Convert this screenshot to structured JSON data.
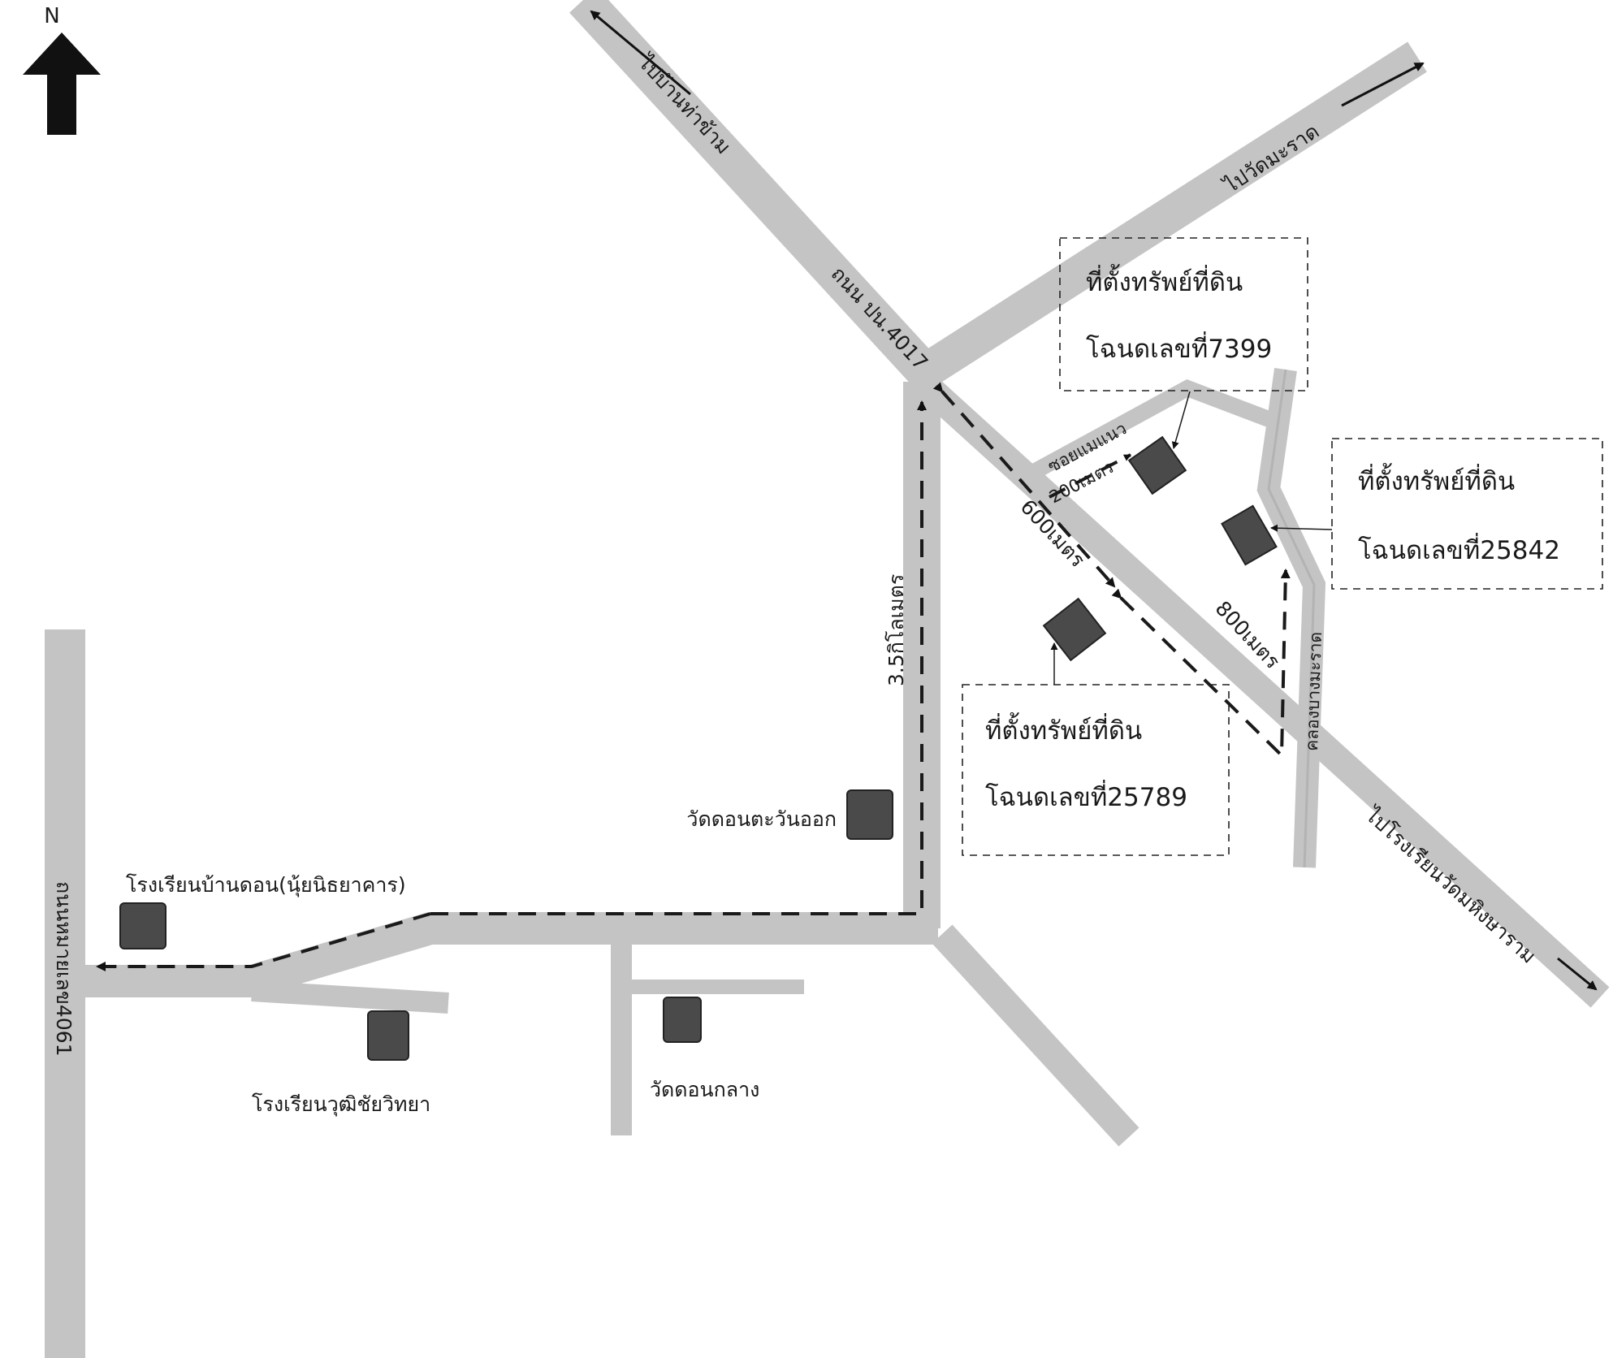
{
  "north": {
    "letter": "N",
    "icon": "north-arrow-icon"
  },
  "roads": {
    "to_ban_tha_kham": "ไปบ้านท่าข้าม",
    "road_4017": "ถนน ปน.4017",
    "to_wat_maharat": "ไปวัดมะราด",
    "to_school_wat_mahing": "ไปโรงเรียนวัดมหิงษาราม",
    "road_4061": "ถนนหมายเลข4061",
    "soi_maenaeo": "ซอยแมแนว",
    "khlong_bang_marat": "คลองบางมะราด"
  },
  "distances": {
    "km_3_5": "3.5กิโลเมตร",
    "m_600": "600เมตร",
    "m_200": "200เมตร",
    "m_800": "800เมตร"
  },
  "landmarks": {
    "wat_don_tawan_ok": "วัดดอนตะวันออก",
    "school_ban_don": "โรงเรียนบ้านดอน(นุ้ยนิธยาคาร)",
    "school_wutthi": "โรงเรียนวุฒิชัยวิทยา",
    "wat_don_klang": "วัดดอนกลาง"
  },
  "properties": [
    {
      "title": "ที่ตั้งทรัพย์ที่ดิน",
      "deed": "โฉนดเลขที่7399"
    },
    {
      "title": "ที่ตั้งทรัพย์ที่ดิน",
      "deed": "โฉนดเลขที่25842"
    },
    {
      "title": "ที่ตั้งทรัพย์ที่ดิน",
      "deed": "โฉนดเลขที่25789"
    }
  ],
  "colors": {
    "road": "#c4c4c4",
    "building": "#4a4a4a",
    "route": "#1a1a1a"
  }
}
